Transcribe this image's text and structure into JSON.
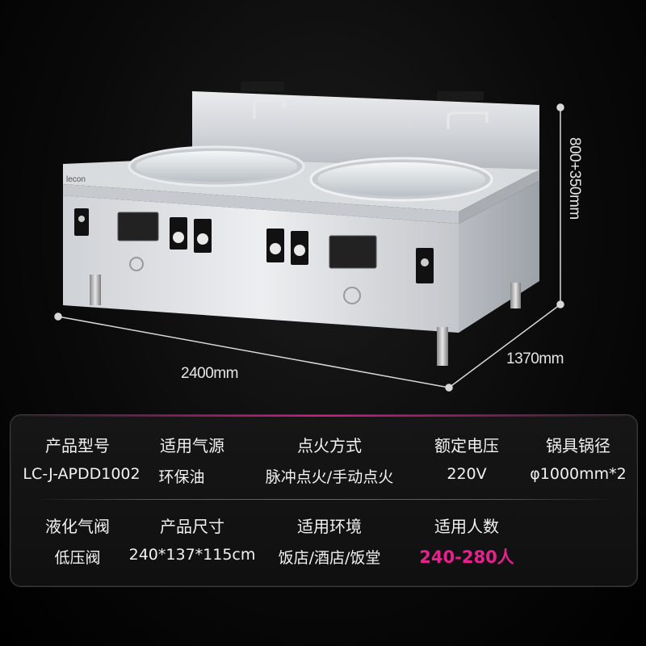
{
  "product_image": {
    "brand": "lecon",
    "dimensions": {
      "width": "2400mm",
      "depth": "1370mm",
      "height": "800+350mm"
    }
  },
  "specs": {
    "row1": {
      "headers": [
        "产品型号",
        "适用气源",
        "点火方式",
        "额定电压",
        "锅具锅径"
      ],
      "values": [
        "LC-J-APDD1002",
        "环保油",
        "脉冲点火/手动点火",
        "220V",
        "φ1000mm*2"
      ]
    },
    "row2": {
      "headers": [
        "液化气阀",
        "产品尺寸",
        "适用环境",
        "适用人数"
      ],
      "values": [
        "低压阀",
        "240*137*115cm",
        "饭店/酒店/饭堂",
        "240-280人"
      ]
    }
  },
  "colors": {
    "accent": "#e8218e",
    "background": "#000000",
    "text": "#f2f2f2"
  }
}
